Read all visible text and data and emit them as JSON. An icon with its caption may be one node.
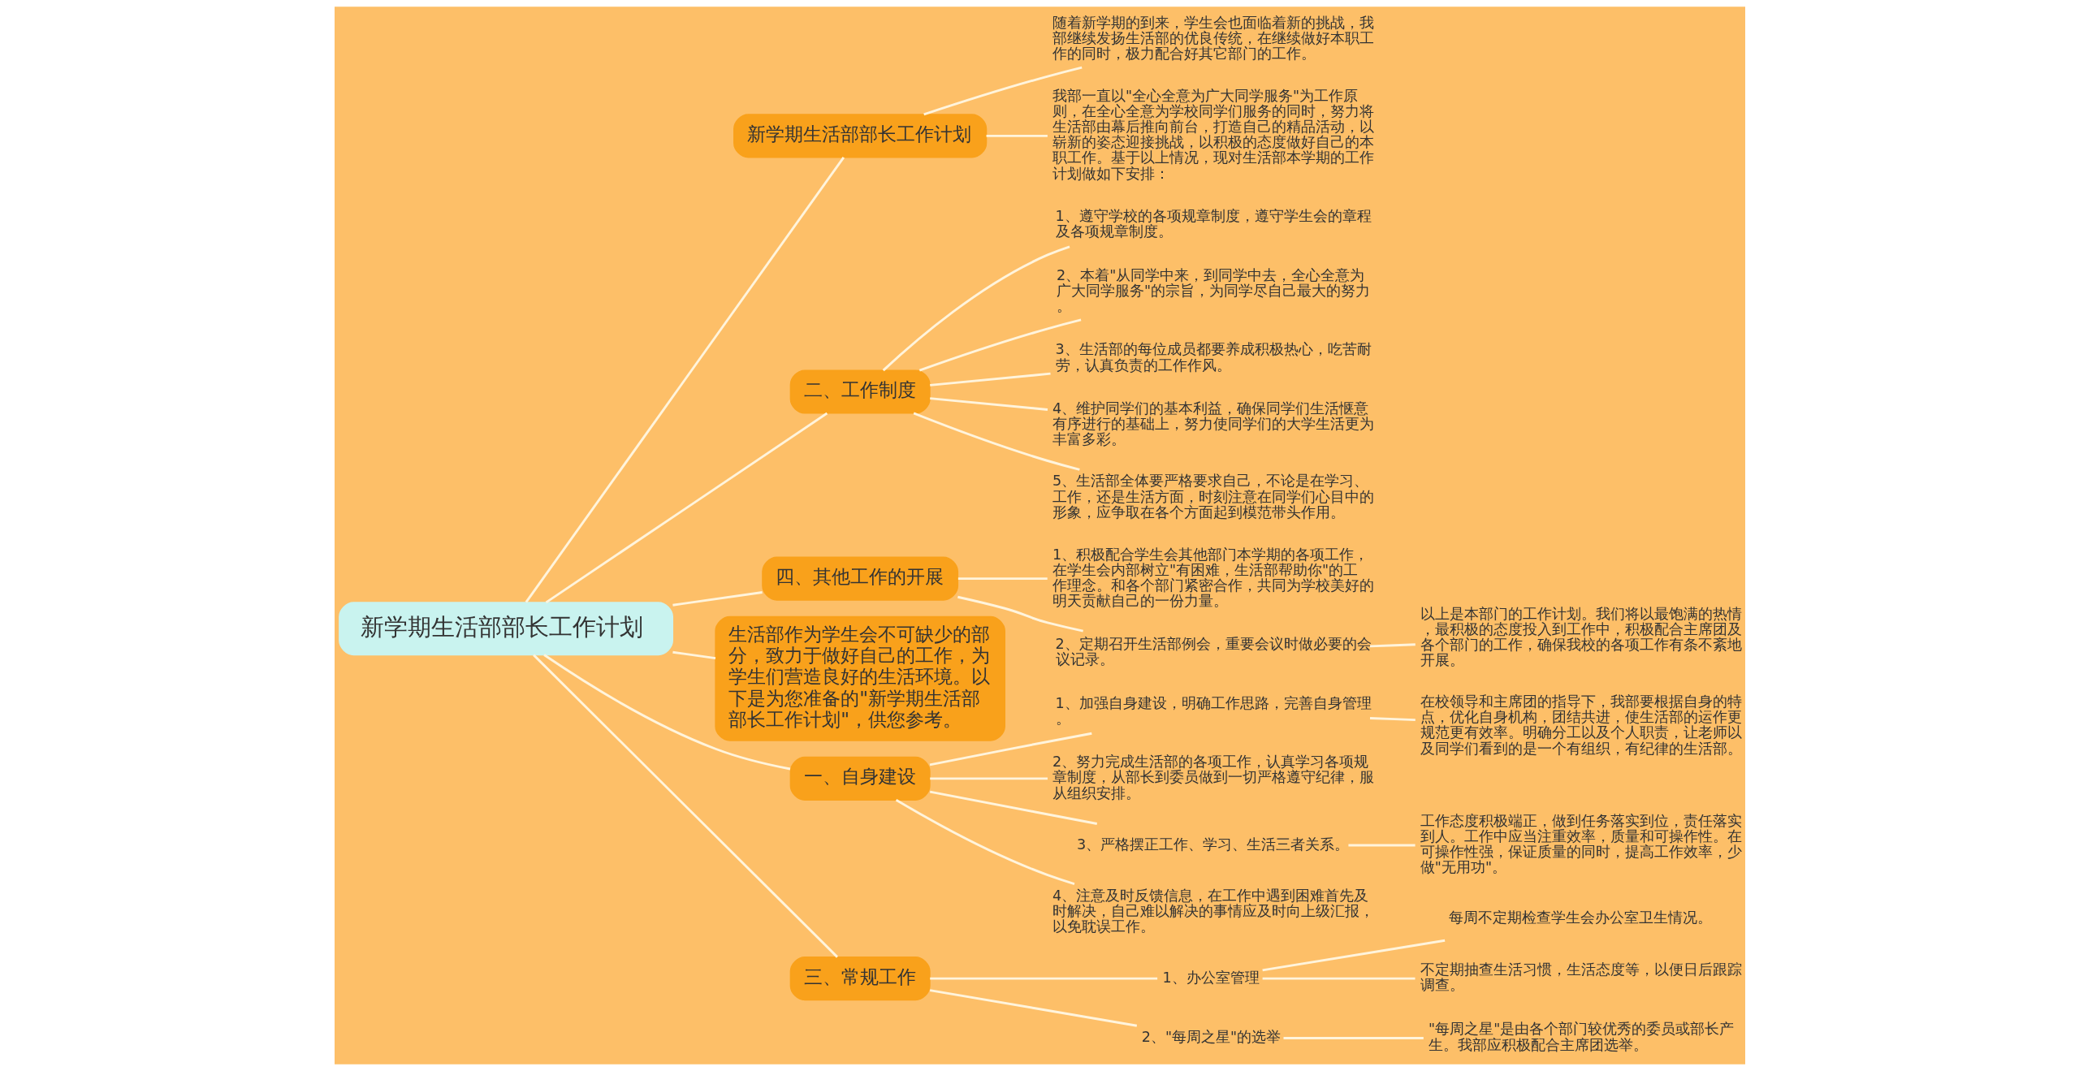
{
  "diagram": {
    "nodes": [
      {
        "text": [
          "新学期生活部部长工作计划"
        ]
      },
      {
        "text": [
          "新学期生活部部长工作计划"
        ]
      },
      {
        "text": [
          "随着新学期的到来，学生会也面临着新的挑战，我部继续发扬生活部的优良传统，在继续做好本职工作的同时，极力配合好其它部门的工作。"
        ]
      },
      {
        "text": [
          "我部一直以\"全心全意为广大同学服务\"为工作原则，在全心全意为学校同学们服务的同时，努力将生活部由幕后推向前台，打造自己的精品活动，以崭新的姿态迎接挑战，以积极的态度做好自己的本职工作。基于以上情况，现对生活部本学期的工作计划做如下安排："
        ]
      },
      {
        "text": [
          "二、工作制度"
        ]
      },
      {
        "text": [
          "1、遵守学校的各项规章制度，遵守学生会的章程及各项规章制度。"
        ]
      },
      {
        "text": [
          "2、本着\"从同学中来，到同学中去，全心全意为广大同学服务\"的宗旨，为同学尽自己最大的努力。"
        ]
      },
      {
        "text": [
          "3、生活部的每位成员都要养成积极热心，吃苦耐劳，认真负责的工作作风。"
        ]
      },
      {
        "text": [
          "4、维护同学们的基本利益，确保同学们生活惬意有序进行的基础上，努力使同学们的大学生活更为丰富多彩。"
        ]
      },
      {
        "text": [
          "5、生活部全体要严格要求自己，不论是在学习、工作，还是生活方面，时刻注意在同学们心目中的形象，应争取在各个方面起到模范带头作用。"
        ]
      },
      {
        "text": [
          "四、其他工作的开展"
        ]
      },
      {
        "text": [
          "1、积极配合学生会其他部门本学期的各项工作，在学生会内部树立\"有困难，生活部帮助你\"的工作理念。和各个部门紧密合作，共同为学校美好的明天贡献自己的一份力量。"
        ]
      },
      {
        "text": [
          "2、定期召开生活部例会，重要会议时做必要的会议记录。"
        ]
      },
      {
        "text": [
          "以上是本部门的工作计划。我们将以最饱满的热情，最积极的态度投入到工作中，积极配合主席团及各个部门的工作，确保我校的各项工作有条不紊地开展。"
        ]
      },
      {
        "text": [
          "生活部作为学生会不可缺少的部分，致力于做好自己的工作，为学生们营造良好的生活环境。以下是为您准备的\"新学期生活部部长工作计划\"，供您参考。"
        ]
      },
      {
        "text": [
          "一、自身建设"
        ]
      },
      {
        "text": [
          "1、加强自身建设，明确工作思路，完善自身管理。"
        ]
      },
      {
        "text": [
          "在校领导和主席团的指导下，我部要根据自身的特点，优化自身机构，团结共进，使生活部的运作更规范更有效率。明确分工以及个人职责，让老师以及同学们看到的是一个有组织，有纪律的生活部。"
        ]
      },
      {
        "text": [
          "2、努力完成生活部的各项工作，认真学习各项规章制度，从部长到委员做到一切严格遵守纪律，服从组织安排。"
        ]
      },
      {
        "text": [
          "3、严格摆正工作、学习、生活三者关系。"
        ]
      },
      {
        "text": [
          "工作态度积极端正，做到任务落实到位，责任落实到人。工作中应当注重效率，质量和可操作性。在可操作性强，保证质量的同时，提高工作效率，少做\"无用功\"。"
        ]
      },
      {
        "text": [
          "4、注意及时反馈信息，在工作中遇到困难首先及时解决，自己难以解决的事情应及时向上级汇报，以免耽误工作。"
        ]
      },
      {
        "text": [
          "三、常规工作"
        ]
      },
      {
        "text": [
          "1、办公室管理"
        ]
      },
      {
        "text": [
          "每周不定期检查学生会办公室卫生情况。"
        ]
      },
      {
        "text": [
          "不定期抽查生活习惯，生活态度等，以便日后跟踪调查。"
        ]
      },
      {
        "text": [
          "2、\"每周之星\"的选举"
        ]
      },
      {
        "text": [
          "\"每周之星\"是由各个部门较优秀的委员或部长产生。我部应积极配合主席团选举。"
        ]
      }
    ],
    "edges": [
      {
        "from": 0,
        "to": 1,
        "arrow": "none"
      },
      {
        "from": 1,
        "to": 2,
        "arrow": "none"
      },
      {
        "from": 1,
        "to": 3,
        "arrow": "none"
      },
      {
        "from": 0,
        "to": 4,
        "arrow": "none"
      },
      {
        "from": 4,
        "to": 5,
        "arrow": "none"
      },
      {
        "from": 4,
        "to": 6,
        "arrow": "none"
      },
      {
        "from": 4,
        "to": 7,
        "arrow": "none"
      },
      {
        "from": 4,
        "to": 8,
        "arrow": "none"
      },
      {
        "from": 4,
        "to": 9,
        "arrow": "none"
      },
      {
        "from": 0,
        "to": 10,
        "arrow": "none"
      },
      {
        "from": 10,
        "to": 11,
        "arrow": "none"
      },
      {
        "from": 10,
        "to": 12,
        "arrow": "none"
      },
      {
        "from": 12,
        "to": 13,
        "arrow": "none"
      },
      {
        "from": 0,
        "to": 14,
        "arrow": "none"
      },
      {
        "from": 0,
        "to": 15,
        "arrow": "none"
      },
      {
        "from": 15,
        "to": 16,
        "arrow": "none"
      },
      {
        "from": 16,
        "to": 17,
        "arrow": "none"
      },
      {
        "from": 15,
        "to": 18,
        "arrow": "none"
      },
      {
        "from": 15,
        "to": 19,
        "arrow": "none"
      },
      {
        "from": 19,
        "to": 20,
        "arrow": "none"
      },
      {
        "from": 15,
        "to": 21,
        "arrow": "none"
      },
      {
        "from": 0,
        "to": 22,
        "arrow": "none"
      },
      {
        "from": 22,
        "to": 23,
        "arrow": "none"
      },
      {
        "from": 23,
        "to": 24,
        "arrow": "none"
      },
      {
        "from": 23,
        "to": 25,
        "arrow": "none"
      },
      {
        "from": 22,
        "to": 26,
        "arrow": "none"
      },
      {
        "from": 26,
        "to": 27,
        "arrow": "none"
      }
    ]
  }
}
